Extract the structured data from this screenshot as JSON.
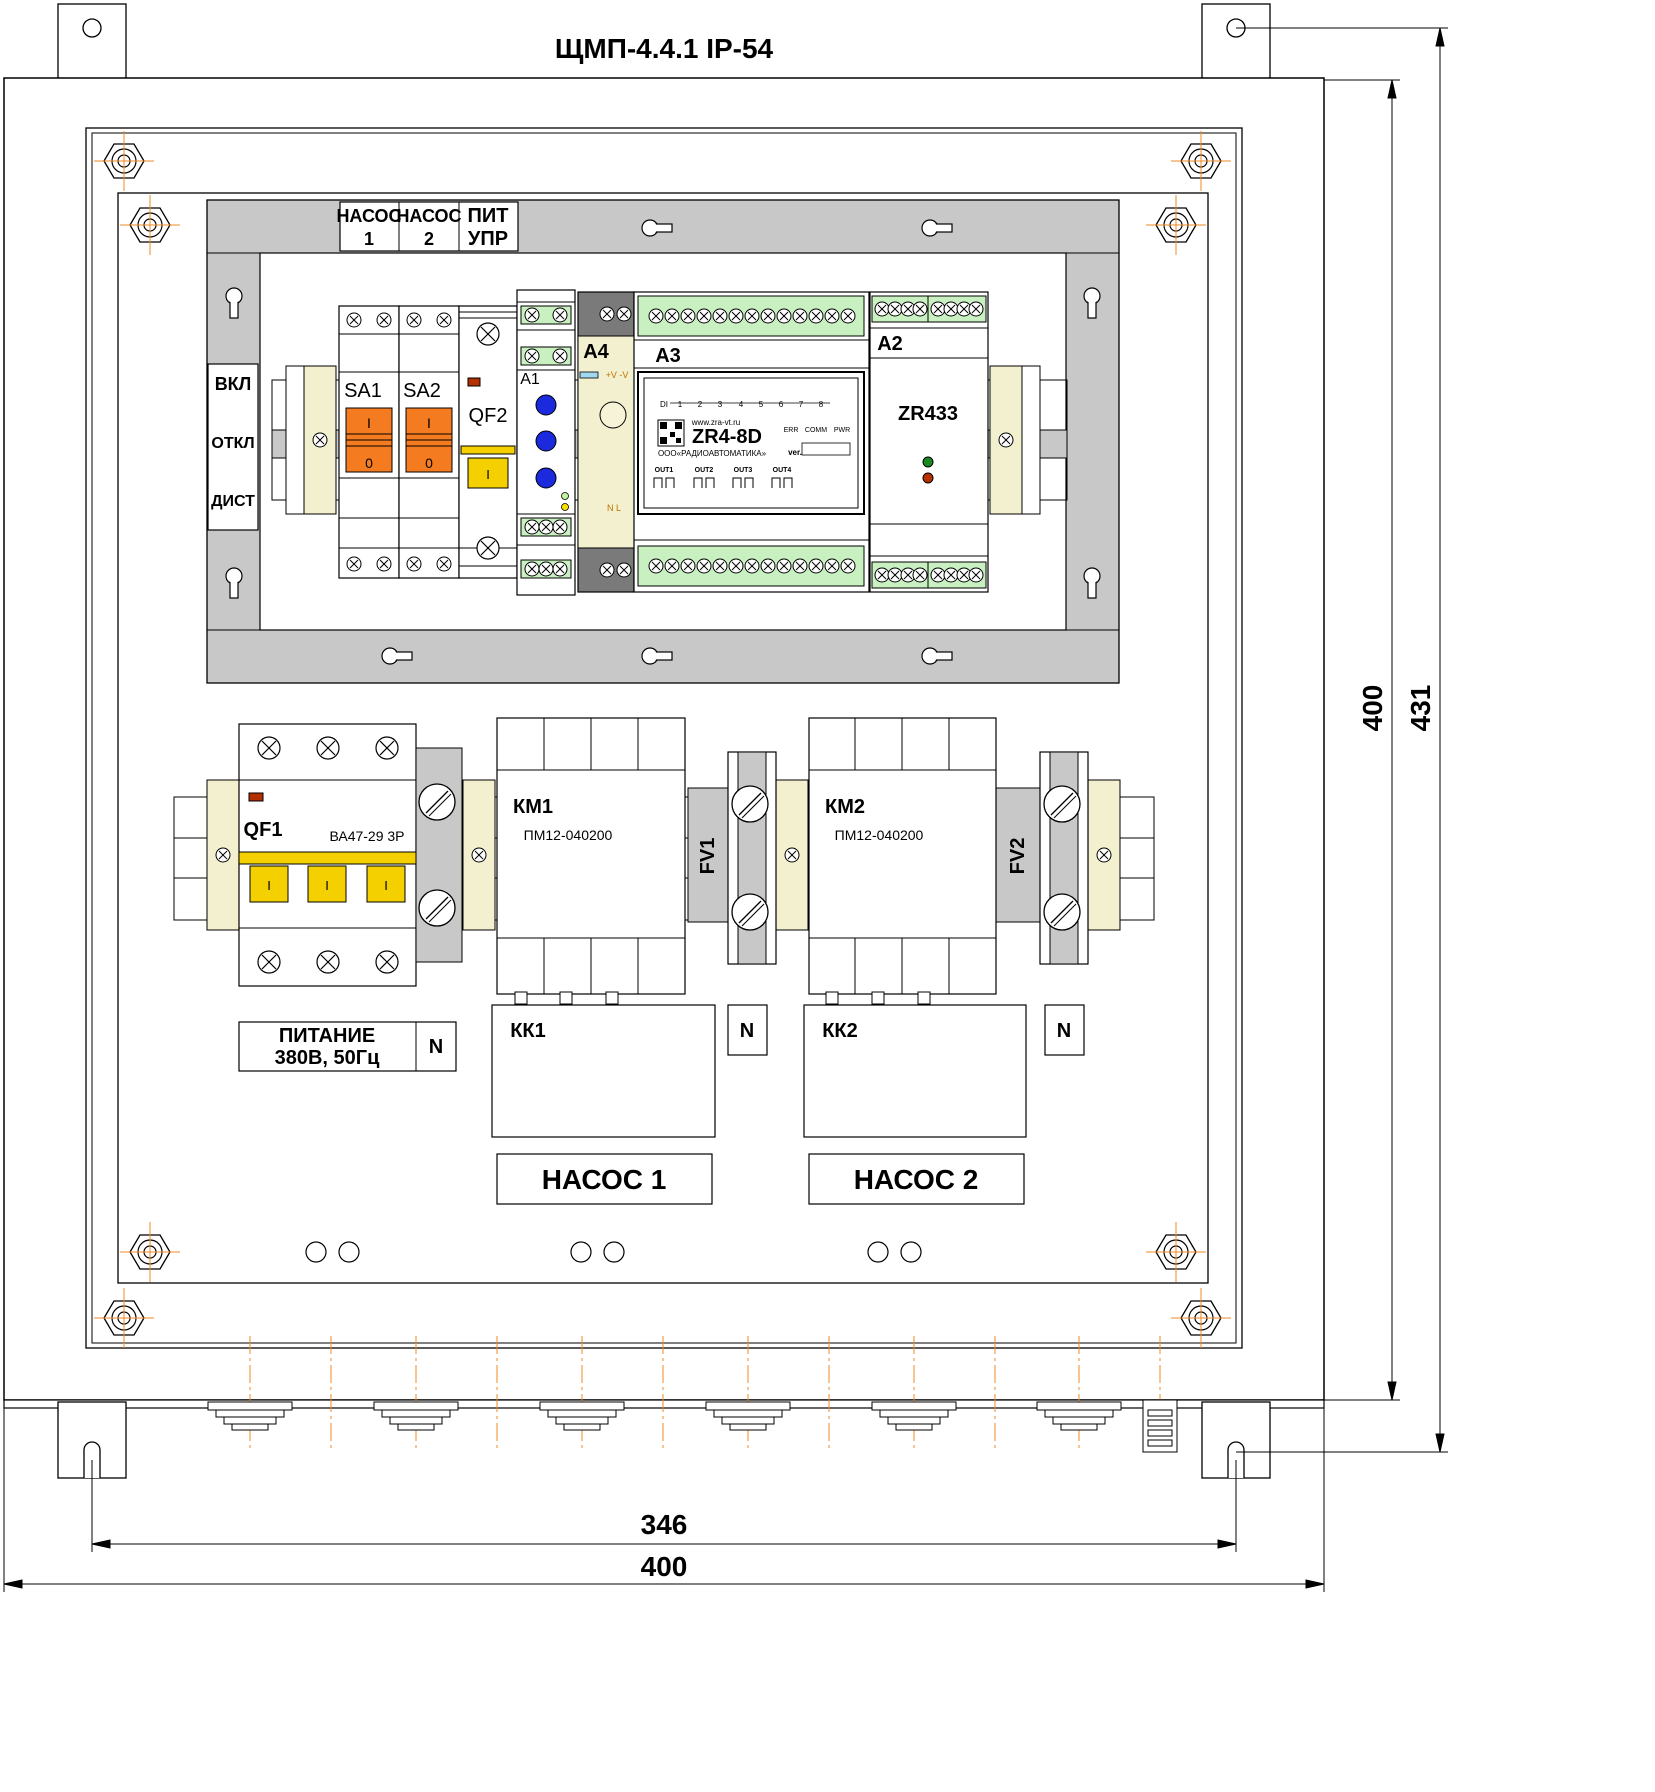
{
  "title": "ЩМП-4.4.1 IP-54",
  "dimensions": {
    "height_inner": "400",
    "height_outer": "431",
    "width_inner": "346",
    "width_outer": "400"
  },
  "top_labels": {
    "pump1_a": "НАСОС",
    "pump1_b": "1",
    "pump2_a": "НАСОС",
    "pump2_b": "2",
    "pwr_a": "ПИТ",
    "pwr_b": "УПР"
  },
  "mode_labels": {
    "on": "ВКЛ",
    "off": "ОТКЛ",
    "remote": "ДИСТ"
  },
  "switches": {
    "sa1": "SA1",
    "sa2": "SA2",
    "on_mark": "I",
    "off_mark": "0"
  },
  "qf2": {
    "label": "QF2",
    "mark": "I"
  },
  "a1": {
    "label": "А1"
  },
  "a4": {
    "label": "А4",
    "terminals_top": "+V  -V",
    "terminals_bottom": "N    L"
  },
  "a3": {
    "label": "А3",
    "di": "DI",
    "channels": [
      "1",
      "2",
      "3",
      "4",
      "5",
      "6",
      "7",
      "8"
    ],
    "url": "www.zra-vt.ru",
    "model": "ZR4-8D",
    "maker": "ООО«РАДИОАВТОМАТИКА»",
    "leds": [
      "ERR",
      "COMM",
      "PWR"
    ],
    "ver": "ver.",
    "outputs": [
      "OUT1",
      "OUT2",
      "OUT3",
      "OUT4"
    ]
  },
  "a2": {
    "label": "А2",
    "model": "ZR433"
  },
  "qf1": {
    "label": "QF1",
    "model": "ВА47-29 3P",
    "mark": "I"
  },
  "km1": {
    "label": "КМ1",
    "model": "ПМ12-040200"
  },
  "km2": {
    "label": "КМ2",
    "model": "ПМ12-040200"
  },
  "fv1": "FV1",
  "fv2": "FV2",
  "kk1": "КК1",
  "kk2": "КК2",
  "n_label": "N",
  "power": {
    "line1": "ПИТАНИЕ",
    "line2": "380В, 50Гц",
    "n": "N"
  },
  "pump1_plate": "НАСОС 1",
  "pump2_plate": "НАСОС 2",
  "colors": {
    "din_rail": "#c8c8c8",
    "switch_orange": "#f47b20",
    "breaker_yellow": "#f5d000",
    "terminal_green": "#c8f0c0",
    "led_blue": "#1a2adc",
    "relay_dark": "#7a7a7a",
    "cream": "#f2f0cf",
    "centerline": "#f08a24"
  }
}
